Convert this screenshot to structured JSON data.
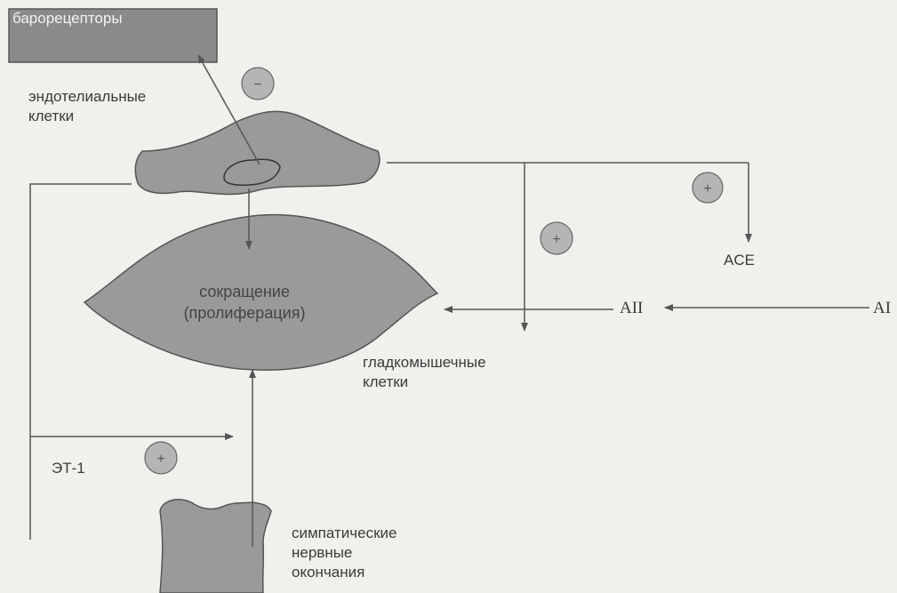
{
  "labels": {
    "baroreceptors": "барорецепторы",
    "endothelial": [
      "эндотелиальные",
      "клетки"
    ],
    "contraction": [
      "сокращение",
      "(пролиферация)"
    ],
    "smooth_muscle": [
      "гладкомышечные",
      "клетки"
    ],
    "sympathetic": [
      "симпатические",
      "нервные",
      "окончания"
    ],
    "et1": "ЭТ-1",
    "ace": "ACE",
    "aii": "AII",
    "ai": "AI"
  },
  "signs": {
    "top": "−",
    "ace": "+",
    "middle": "+",
    "et1": "+"
  },
  "colors": {
    "background": "#f1f0ec",
    "shape_fill": "#9a9a9a",
    "shape_stroke": "#555555",
    "box_fill": "#8a8a8a",
    "line": "#555555",
    "circle_fill": "#b5b5b5"
  }
}
